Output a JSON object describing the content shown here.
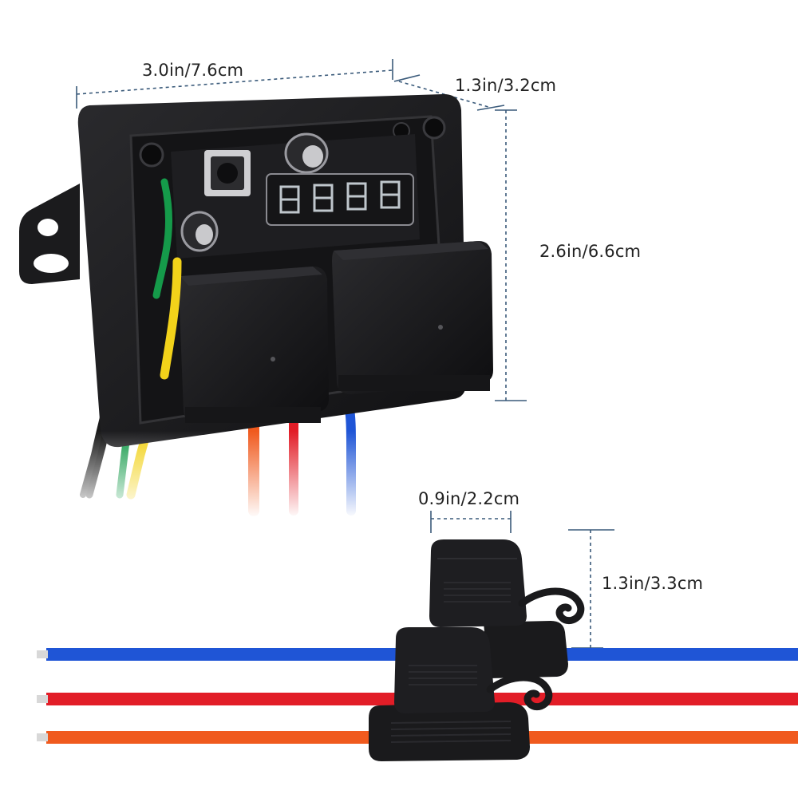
{
  "dimensions": {
    "width": "3.0in/7.6cm",
    "depth": "1.3in/3.2cm",
    "height": "2.6in/6.6cm",
    "fuse_width": "0.9in/2.2cm",
    "fuse_height": "1.3in/3.3cm"
  },
  "display": {
    "digits": "8888",
    "color": "#bfc6cc"
  },
  "wire_colors": {
    "blue": "#1f55d6",
    "red": "#e21d27",
    "orange": "#f05a1e",
    "green": "#159a4a",
    "yellow": "#f2d21a",
    "black": "#111111"
  },
  "housing_color": "#1c1c1e",
  "dimension_line_color": "#3a5a7a"
}
